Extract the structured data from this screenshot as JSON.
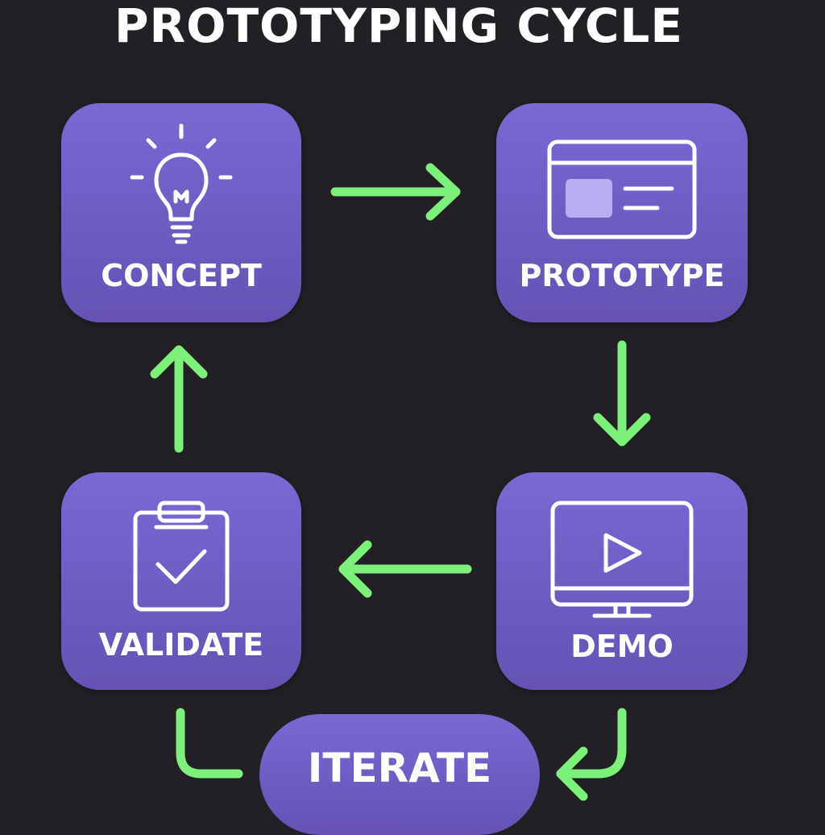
{
  "title": "PROTOTYPING CYCLE",
  "nodes": {
    "concept": {
      "label": "CONCEPT",
      "icon": "lightbulb-icon"
    },
    "prototype": {
      "label": "PROTOTYPE",
      "icon": "browser-window-icon"
    },
    "demo": {
      "label": "DEMO",
      "icon": "monitor-play-icon"
    },
    "validate": {
      "label": "VALIDATE",
      "icon": "clipboard-check-icon"
    },
    "iterate": {
      "label": "ITERATE"
    }
  },
  "colors": {
    "background": "#222025",
    "card": "#6f5cc5",
    "arrow": "#7cf07a",
    "text": "#ffffff"
  },
  "edges": [
    {
      "from": "CONCEPT",
      "to": "PROTOTYPE"
    },
    {
      "from": "PROTOTYPE",
      "to": "DEMO"
    },
    {
      "from": "DEMO",
      "to": "VALIDATE"
    },
    {
      "from": "VALIDATE",
      "to": "CONCEPT"
    },
    {
      "from": "VALIDATE",
      "to": "ITERATE"
    },
    {
      "from": "DEMO",
      "to": "ITERATE"
    }
  ]
}
